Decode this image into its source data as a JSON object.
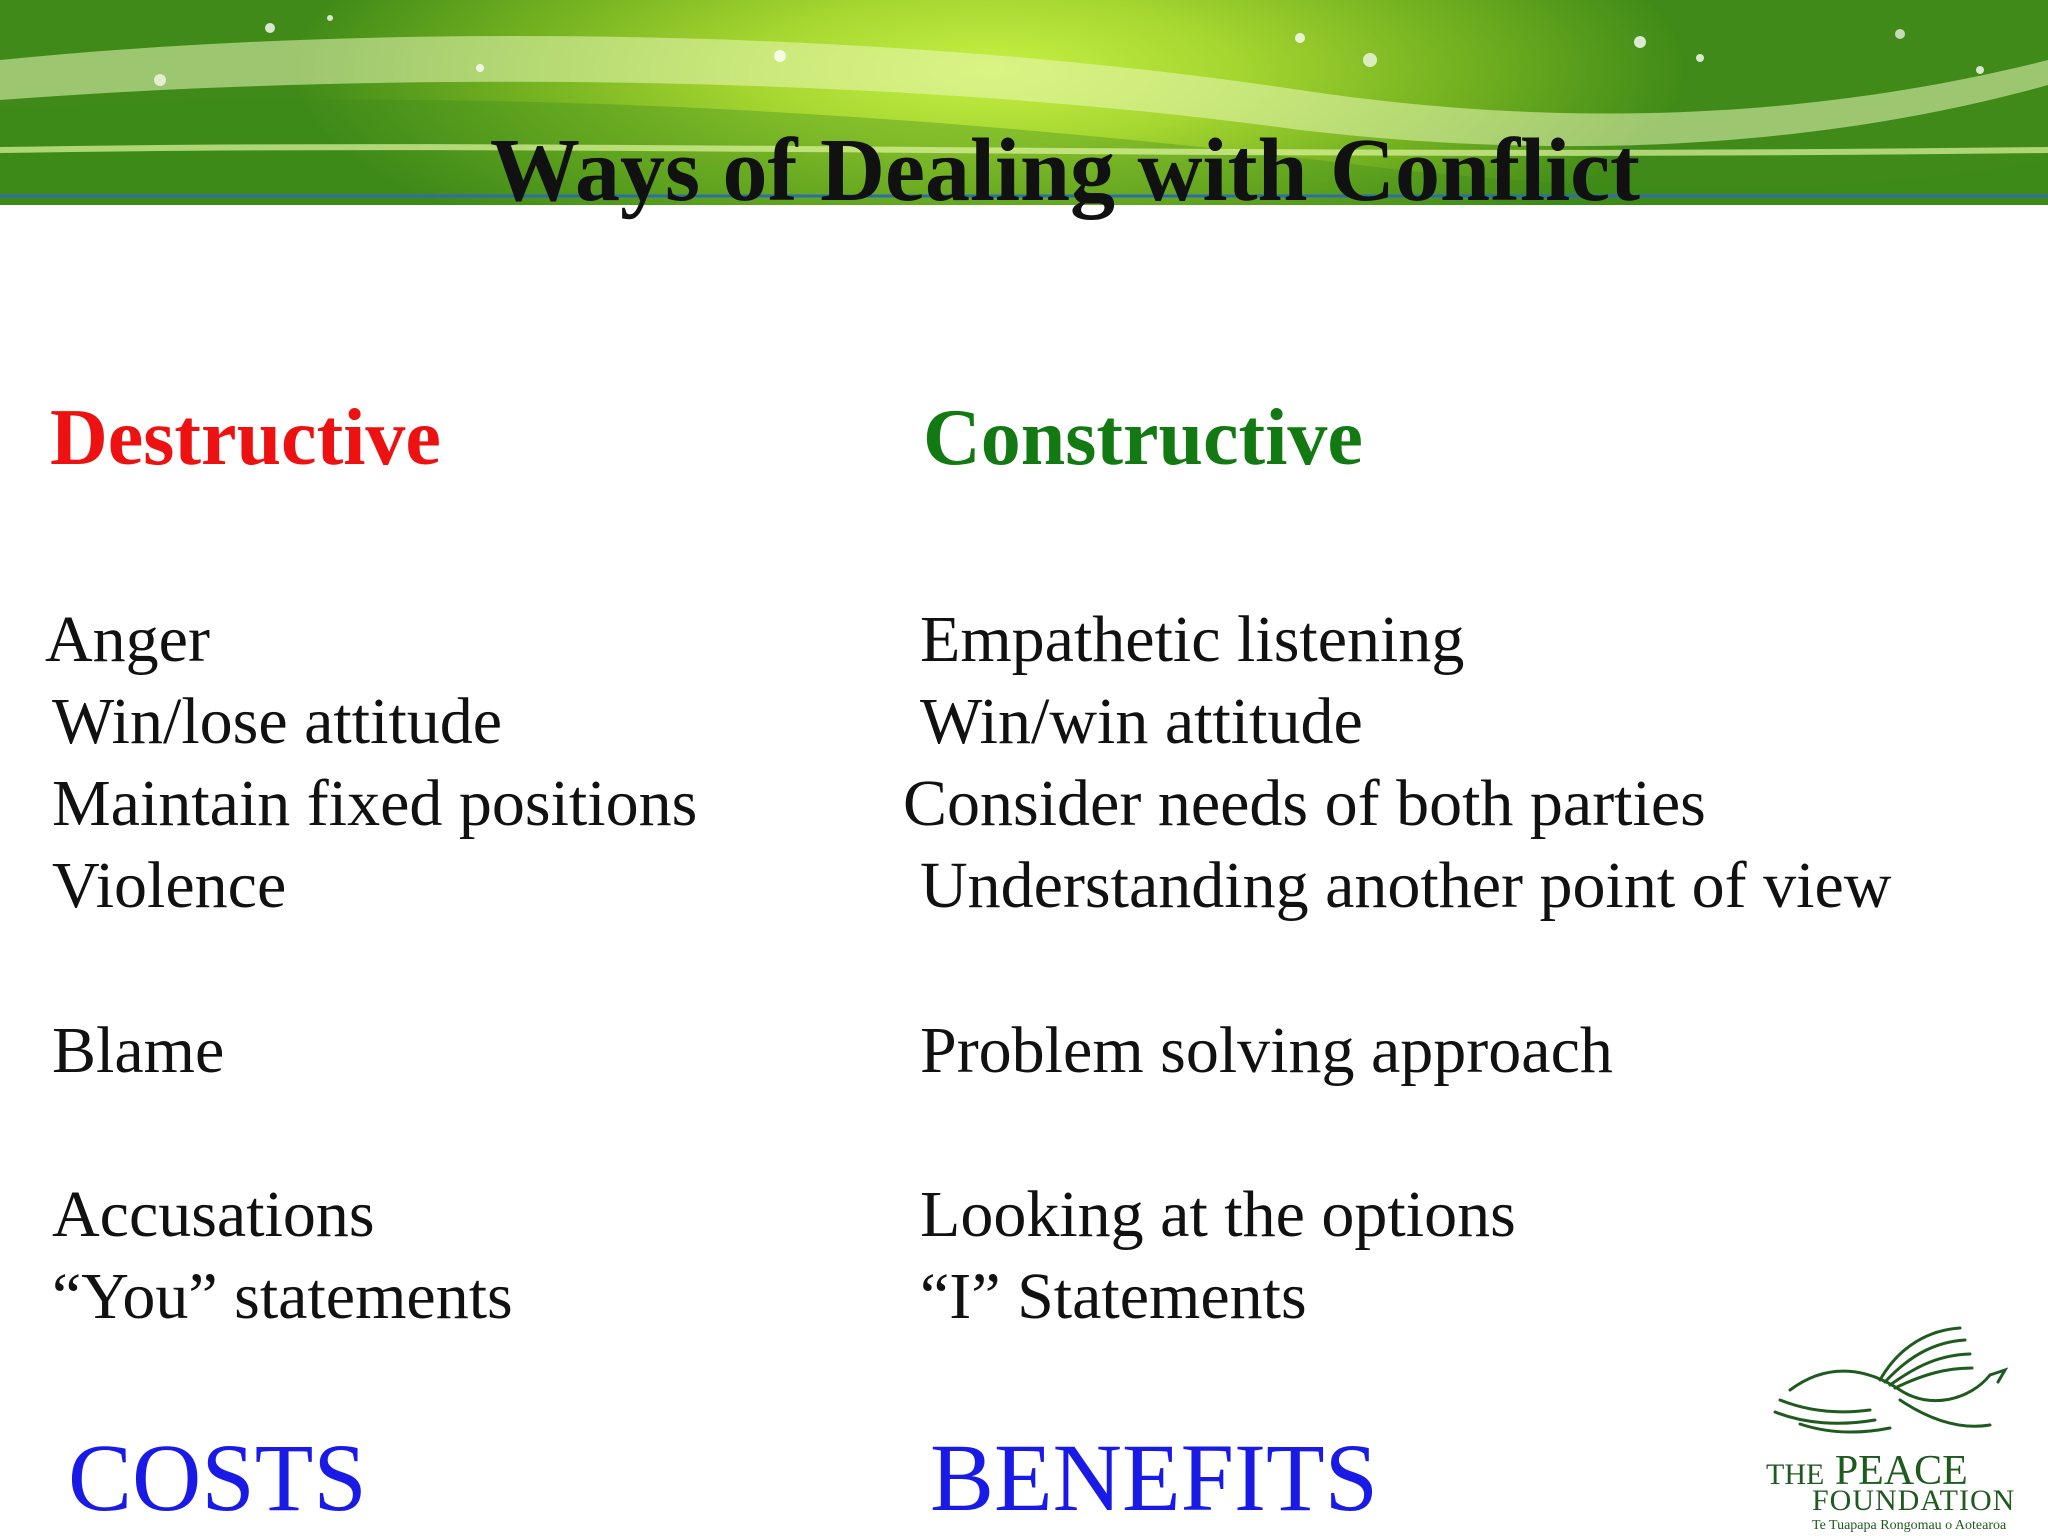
{
  "slide": {
    "title": "Ways of Dealing with Conflict"
  },
  "destructive": {
    "heading": "Destructive",
    "items": [
      "Anger",
      "Win/lose attitude",
      "Maintain fixed positions",
      "Violence",
      "Blame",
      "Accusations",
      "“You” statements"
    ],
    "footer": "COSTS"
  },
  "constructive": {
    "heading": "Constructive",
    "items": [
      "Empathetic listening",
      "Win/win attitude",
      "Consider needs of both parties",
      "Understanding another point of view",
      "Problem solving approach",
      "Looking at the options",
      "“I” Statements"
    ],
    "footer": "BENEFITS"
  },
  "logo": {
    "the": "THE",
    "peace": "PEACE",
    "foundation": "FOUNDATION",
    "tagline": "Te Tuapapa Rongomau o Aotearoa"
  },
  "colors": {
    "destructive": "#ee1111",
    "constructive": "#137a13",
    "footer": "#1a1ae6",
    "banner": "#8fc72a"
  }
}
